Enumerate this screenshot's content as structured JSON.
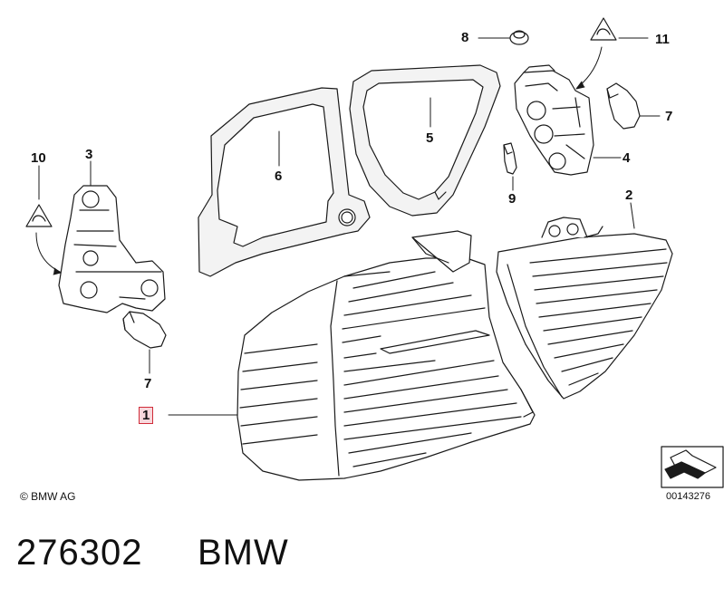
{
  "diagram": {
    "callouts": [
      {
        "id": "1",
        "label": "1"
      },
      {
        "id": "2",
        "label": "2"
      },
      {
        "id": "3",
        "label": "3"
      },
      {
        "id": "4",
        "label": "4"
      },
      {
        "id": "5",
        "label": "5"
      },
      {
        "id": "6",
        "label": "6"
      },
      {
        "id": "7a",
        "label": "7"
      },
      {
        "id": "7b",
        "label": "7"
      },
      {
        "id": "8",
        "label": "8"
      },
      {
        "id": "9",
        "label": "9"
      },
      {
        "id": "10",
        "label": "10"
      },
      {
        "id": "11",
        "label": "11"
      }
    ],
    "selected_callout": "1",
    "copyright": "© BMW AG",
    "image_code": "00143276"
  },
  "footer": {
    "part_number": "276302",
    "brand": "BMW"
  },
  "colors": {
    "line": "#1a1a1a",
    "gasket_fill": "#f3f3f3",
    "highlight_border": "#d02c3a",
    "highlight_fill": "#f7d8dc"
  }
}
